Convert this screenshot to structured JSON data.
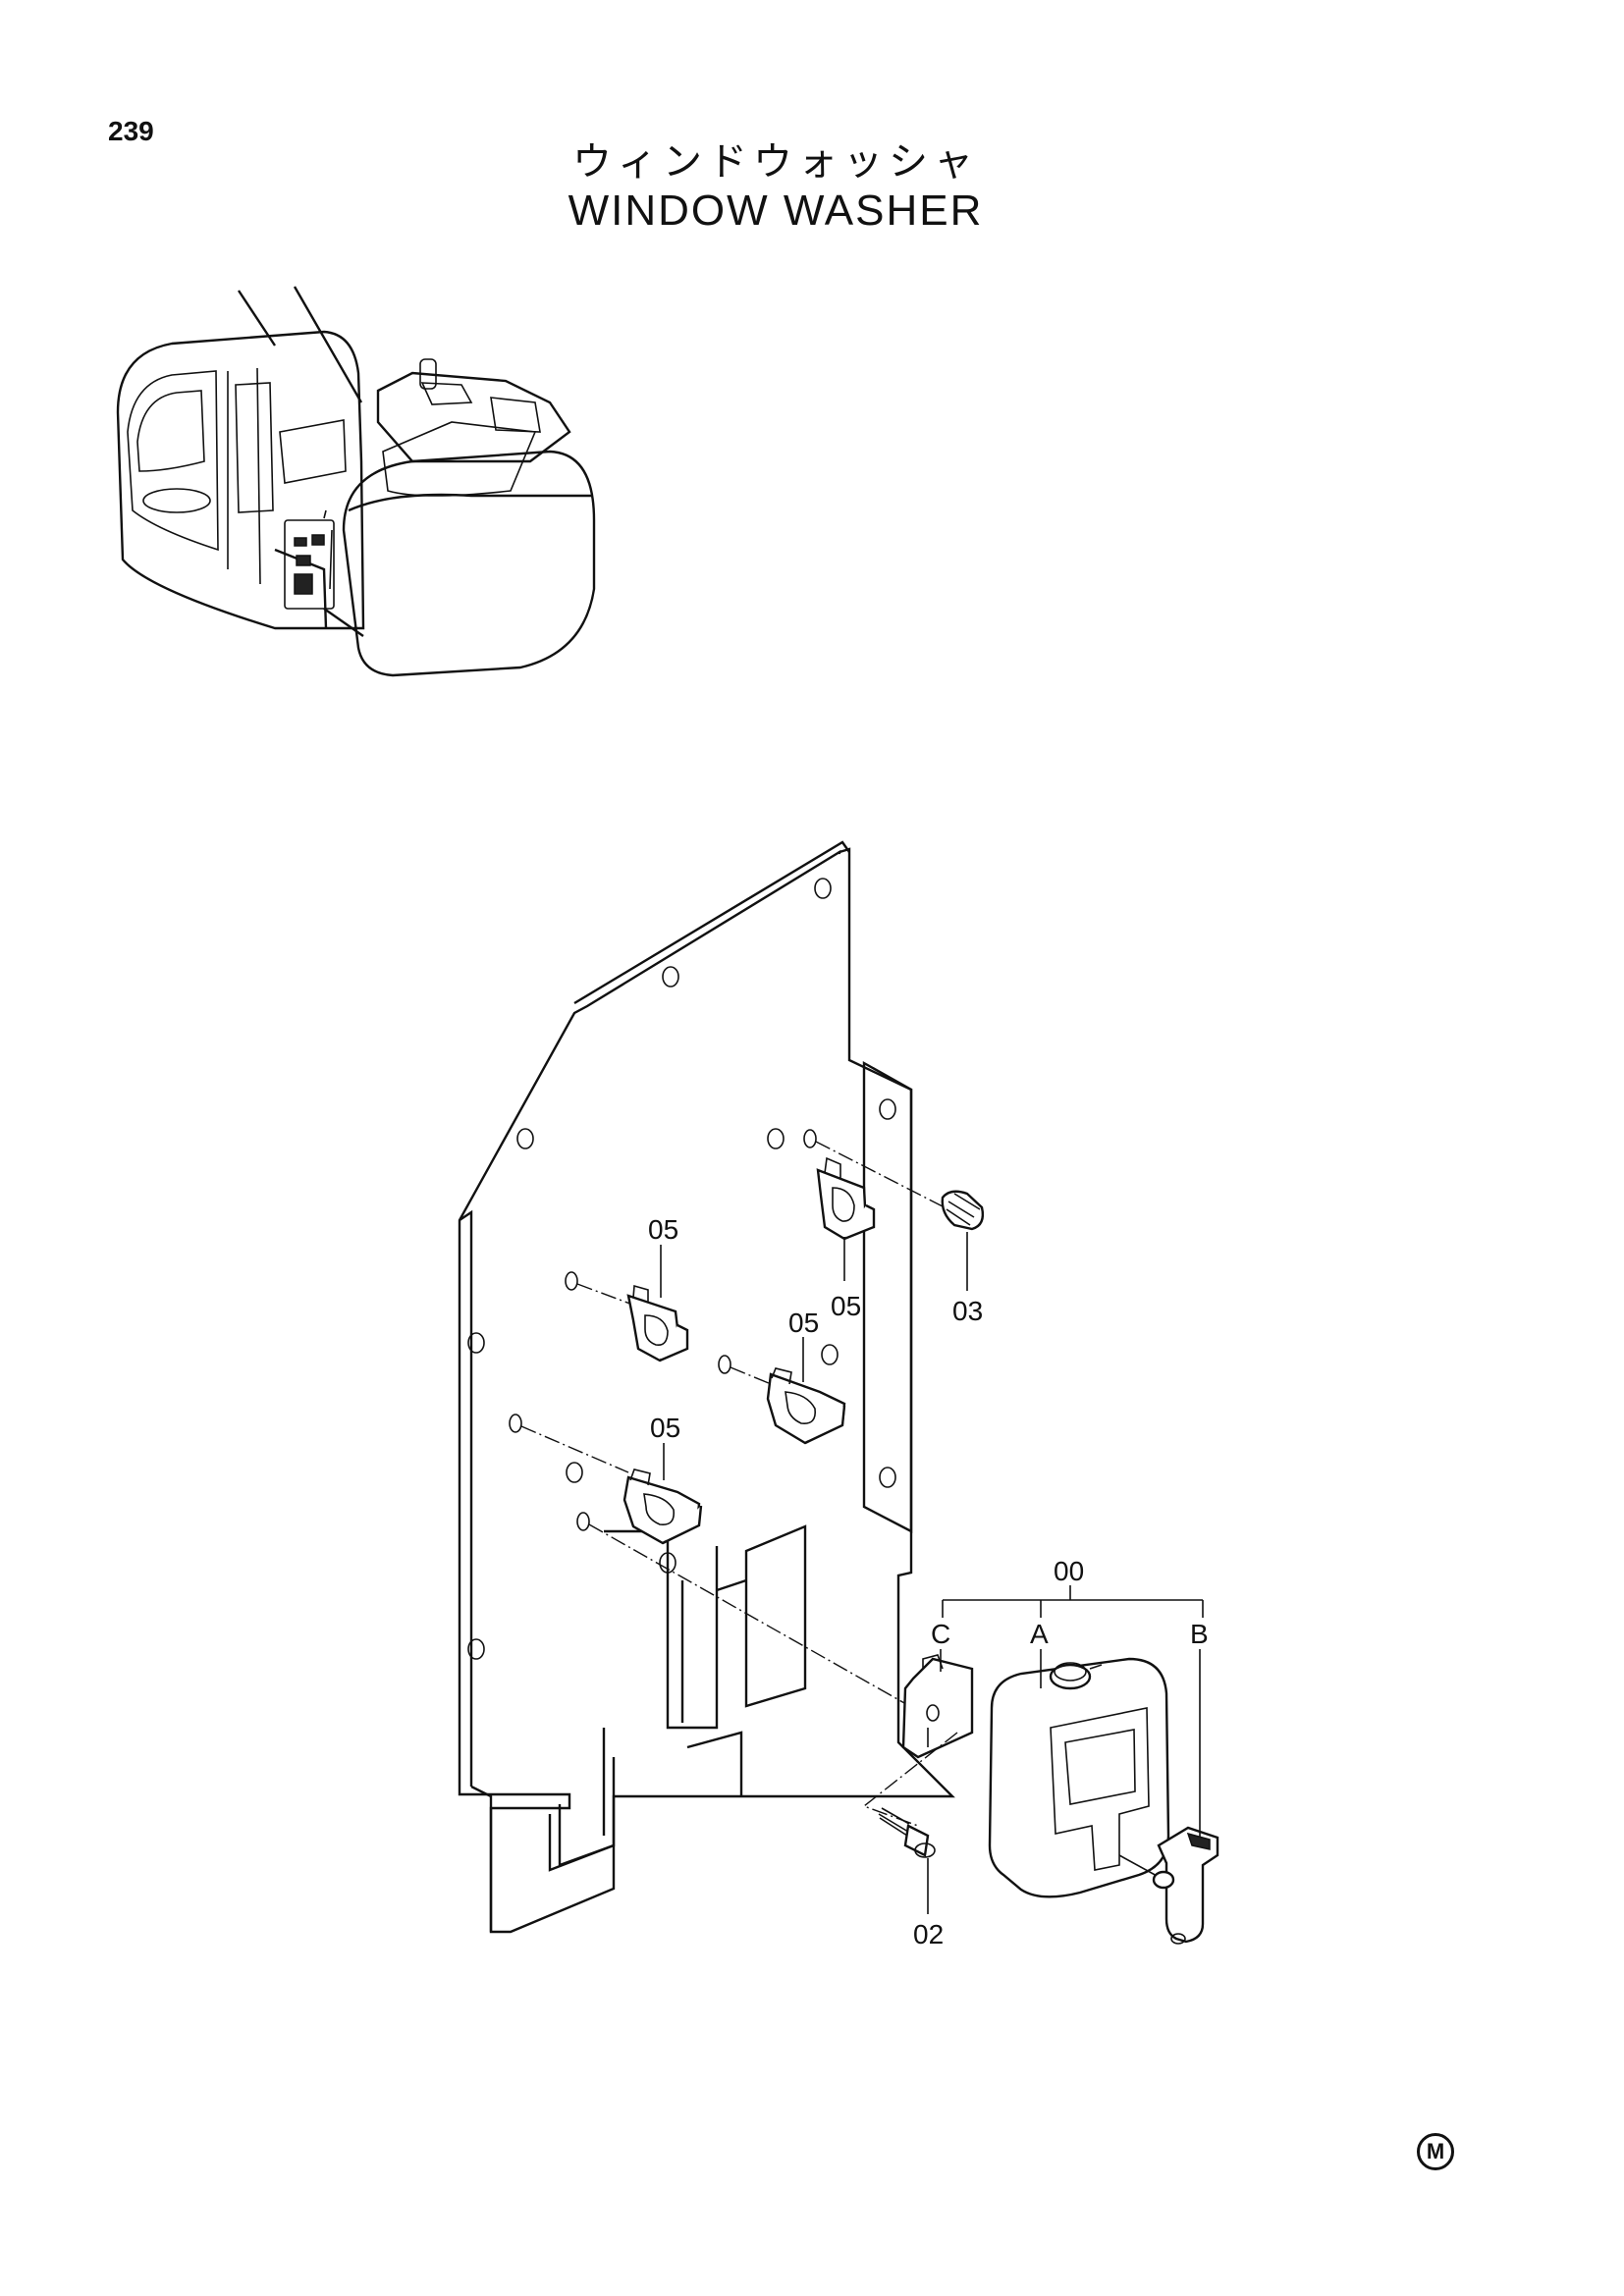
{
  "page": {
    "number": "239",
    "title_jp": "ウィンドウォッシャ",
    "title_en": "WINDOW WASHER",
    "mark": "M"
  },
  "callouts": {
    "c00": "00",
    "cA": "A",
    "cB": "B",
    "cC": "C",
    "c02": "02",
    "c03": "03",
    "c05a": "05",
    "c05b": "05",
    "c05c": "05",
    "c05d": "05"
  }
}
